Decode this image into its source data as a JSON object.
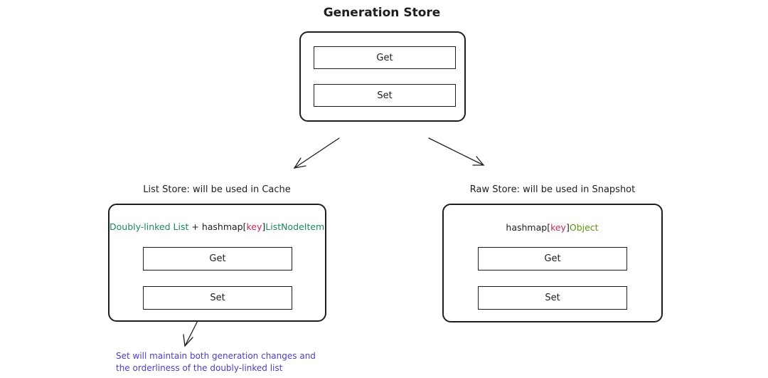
{
  "generation_store": {
    "title": "Generation Store",
    "get_label": "Get",
    "set_label": "Set"
  },
  "list_store": {
    "title": "List Store: will be used in Cache",
    "formula": {
      "part1": "Doubly-linked List",
      "part2": " + hashmap[",
      "key": "key",
      "part3": "]",
      "part4": "ListNodeItem"
    },
    "get_label": "Get",
    "set_label": "Set"
  },
  "raw_store": {
    "title": "Raw Store: will be used in Snapshot",
    "formula": {
      "part1": "hashmap[",
      "key": "key",
      "part2": "]",
      "part3": "Object"
    },
    "get_label": "Get",
    "set_label": "Set"
  },
  "note": {
    "line1": "Set will maintain both generation changes and",
    "line2": "the orderliness of the doubly-linked list"
  },
  "colors": {
    "stroke": "#1e1e1e",
    "green_text": "#1a8a5a",
    "olive_text": "#5c940d",
    "key_text": "#c2255c",
    "note_text": "#4c3ec9"
  }
}
